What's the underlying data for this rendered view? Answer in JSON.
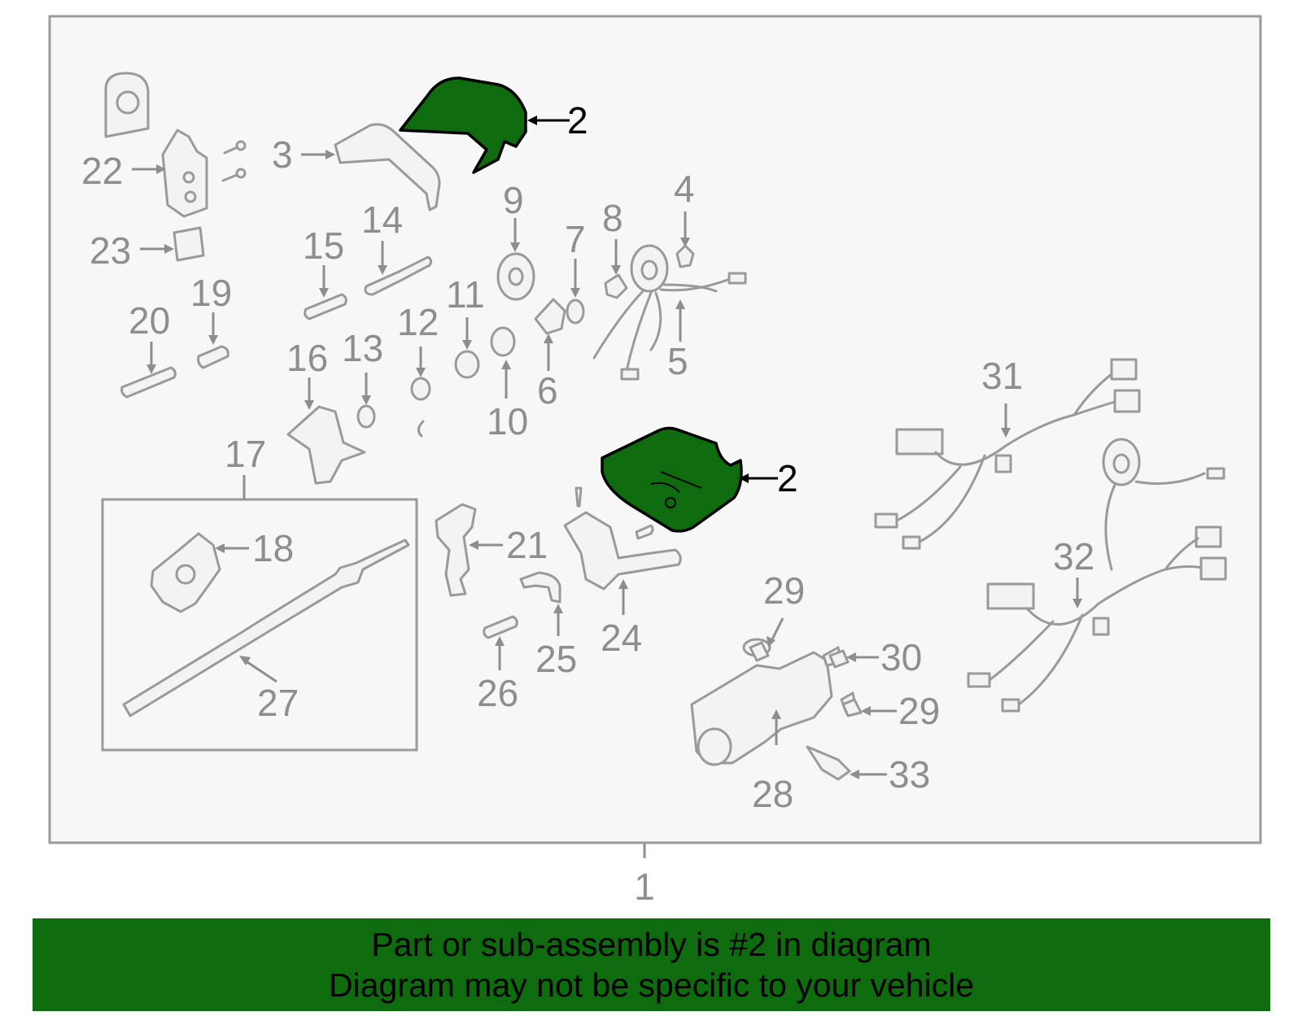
{
  "callouts": [
    {
      "id": "c1",
      "text": "1"
    },
    {
      "id": "c2a",
      "text": "2"
    },
    {
      "id": "c2b",
      "text": "2"
    },
    {
      "id": "c3",
      "text": "3"
    },
    {
      "id": "c4",
      "text": "4"
    },
    {
      "id": "c5",
      "text": "5"
    },
    {
      "id": "c6",
      "text": "6"
    },
    {
      "id": "c7",
      "text": "7"
    },
    {
      "id": "c8",
      "text": "8"
    },
    {
      "id": "c9",
      "text": "9"
    },
    {
      "id": "c10",
      "text": "10"
    },
    {
      "id": "c11",
      "text": "11"
    },
    {
      "id": "c12",
      "text": "12"
    },
    {
      "id": "c13",
      "text": "13"
    },
    {
      "id": "c14",
      "text": "14"
    },
    {
      "id": "c15",
      "text": "15"
    },
    {
      "id": "c16",
      "text": "16"
    },
    {
      "id": "c17",
      "text": "17"
    },
    {
      "id": "c18",
      "text": "18"
    },
    {
      "id": "c19",
      "text": "19"
    },
    {
      "id": "c20",
      "text": "20"
    },
    {
      "id": "c21",
      "text": "21"
    },
    {
      "id": "c22",
      "text": "22"
    },
    {
      "id": "c23",
      "text": "23"
    },
    {
      "id": "c24",
      "text": "24"
    },
    {
      "id": "c25",
      "text": "25"
    },
    {
      "id": "c26",
      "text": "26"
    },
    {
      "id": "c27",
      "text": "27"
    },
    {
      "id": "c28",
      "text": "28"
    },
    {
      "id": "c29a",
      "text": "29"
    },
    {
      "id": "c29b",
      "text": "29"
    },
    {
      "id": "c30",
      "text": "30"
    },
    {
      "id": "c31",
      "text": "31"
    },
    {
      "id": "c32",
      "text": "32"
    },
    {
      "id": "c33",
      "text": "33"
    }
  ],
  "banner": {
    "line1": "Part or sub-assembly is #2 in diagram",
    "line2": "Diagram may not be specific to your vehicle"
  },
  "colors": {
    "highlight": "#0e6b0e",
    "line": "#9a9a9a",
    "label": "#8e8e8e"
  }
}
